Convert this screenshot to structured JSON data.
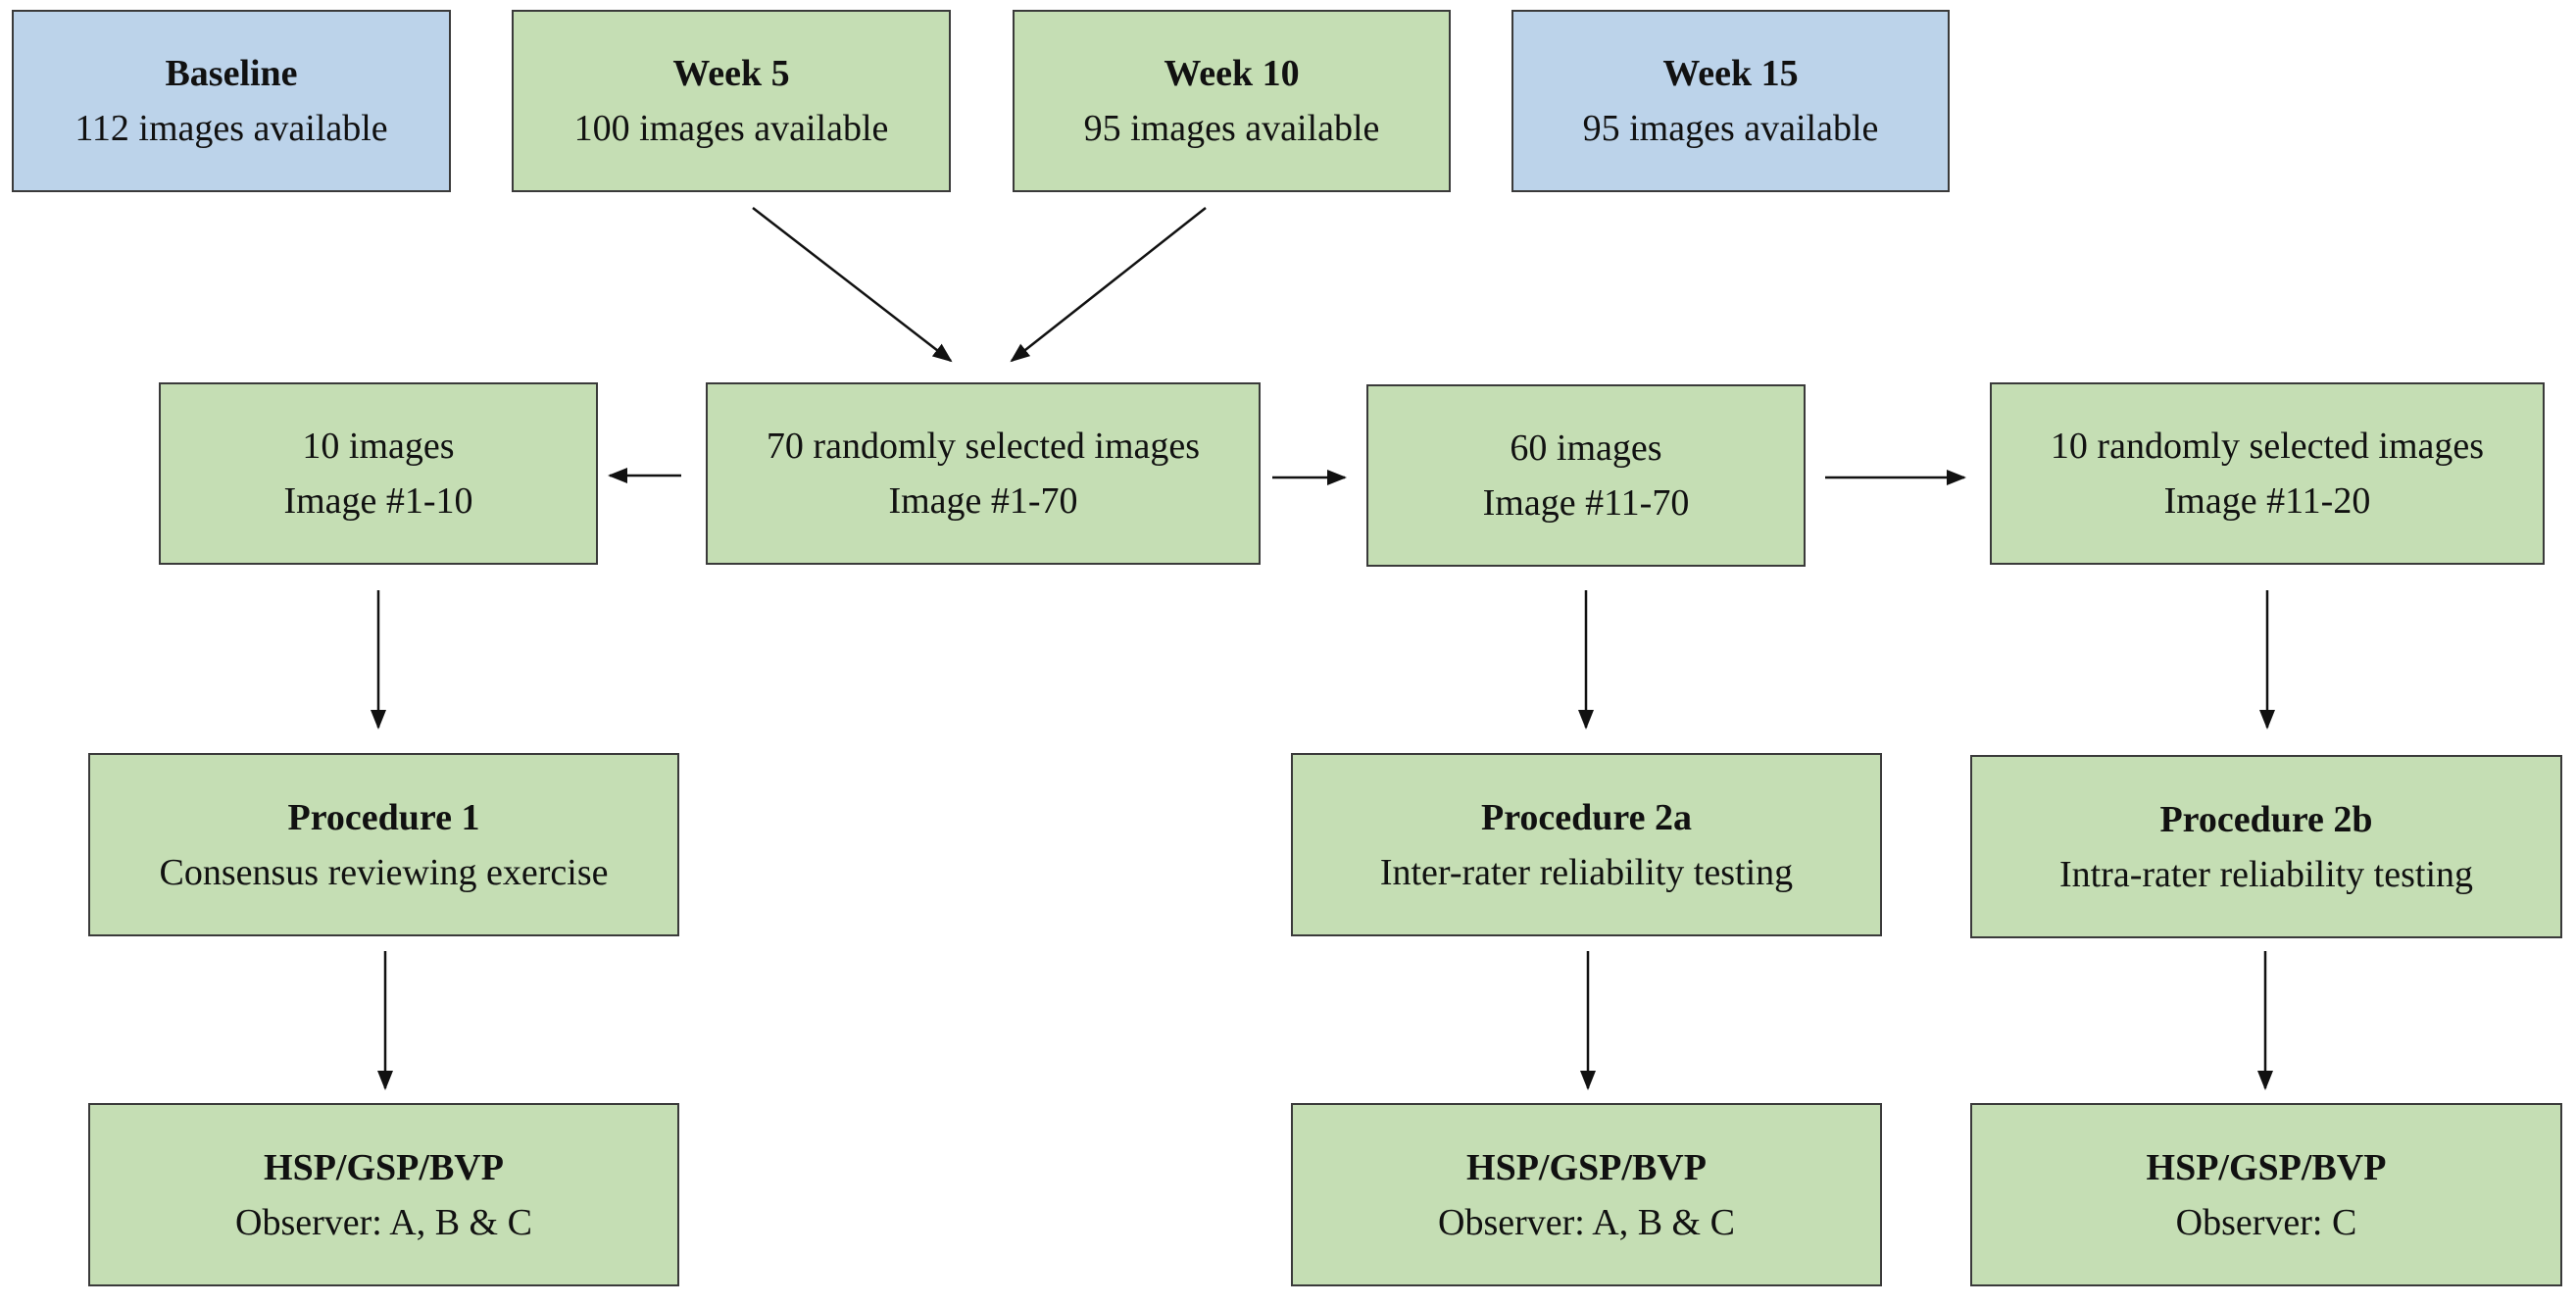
{
  "colors": {
    "green_box": "#c5deb4",
    "blue_box": "#bcd3ea",
    "border": "#3a3a3a",
    "arrow": "#111111"
  },
  "timepoints": [
    {
      "title": "Baseline",
      "text": "112 images available"
    },
    {
      "title": "Week 5",
      "text": "100 images available"
    },
    {
      "title": "Week 10",
      "text": "95 images available"
    },
    {
      "title": "Week 15",
      "text": "95 images available"
    }
  ],
  "selection": {
    "ten_images": {
      "line1": "10 images",
      "line2": "Image #1-10"
    },
    "seventy_images": {
      "line1": "70 randomly selected images",
      "line2": "Image #1-70"
    },
    "sixty_images": {
      "line1": "60 images",
      "line2": "Image #11-70"
    },
    "ten_random": {
      "line1": "10 randomly selected images",
      "line2": "Image #11-20"
    }
  },
  "procedures": [
    {
      "title": "Procedure 1",
      "text": "Consensus reviewing exercise"
    },
    {
      "title": "Procedure 2a",
      "text": "Inter-rater reliability testing"
    },
    {
      "title": "Procedure 2b",
      "text": "Intra-rater reliability testing"
    }
  ],
  "outcomes": [
    {
      "title": "HSP/GSP/BVP",
      "text": "Observer: A, B & C"
    },
    {
      "title": "HSP/GSP/BVP",
      "text": "Observer: A, B & C"
    },
    {
      "title": "HSP/GSP/BVP",
      "text": "Observer: C"
    }
  ]
}
